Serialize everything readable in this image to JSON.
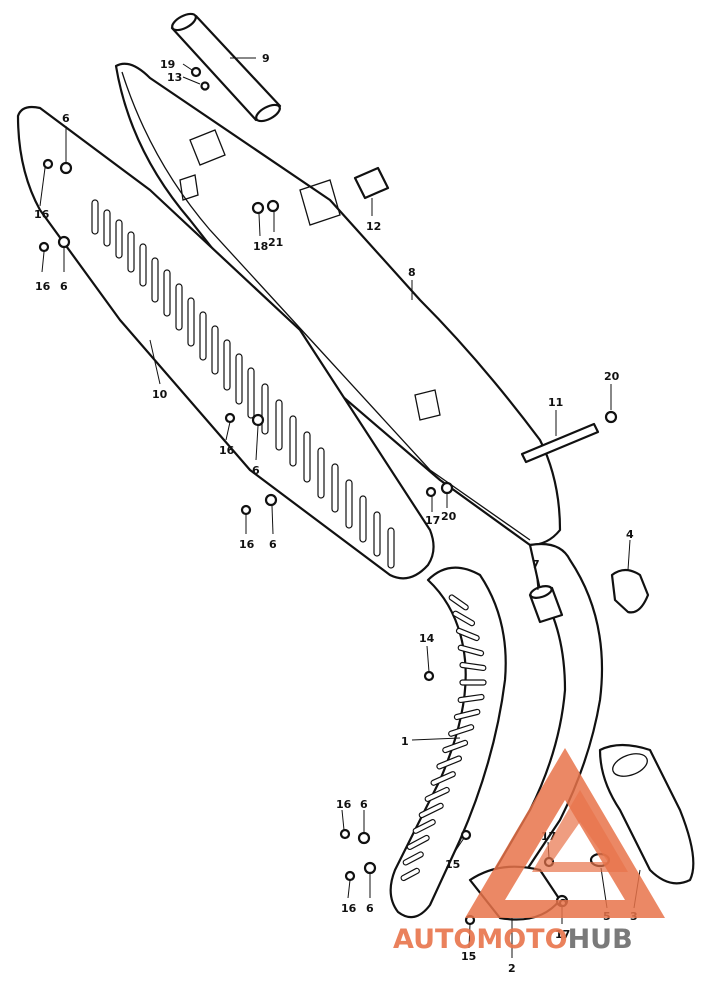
{
  "diagram": {
    "type": "exploded-parts-diagram",
    "callouts": [
      {
        "id": "c9",
        "label": "9"
      },
      {
        "id": "c19",
        "label": "19"
      },
      {
        "id": "c13",
        "label": "13"
      },
      {
        "id": "c6a",
        "label": "6"
      },
      {
        "id": "c16a",
        "label": "16"
      },
      {
        "id": "c16b",
        "label": "16"
      },
      {
        "id": "c6b",
        "label": "6"
      },
      {
        "id": "c12",
        "label": "12"
      },
      {
        "id": "c18",
        "label": "18"
      },
      {
        "id": "c21",
        "label": "21"
      },
      {
        "id": "c8",
        "label": "8"
      },
      {
        "id": "c10",
        "label": "10"
      },
      {
        "id": "c11",
        "label": "11"
      },
      {
        "id": "c20a",
        "label": "20"
      },
      {
        "id": "c16c",
        "label": "16"
      },
      {
        "id": "c6c",
        "label": "6"
      },
      {
        "id": "c17a",
        "label": "17"
      },
      {
        "id": "c20b",
        "label": "20"
      },
      {
        "id": "c16d",
        "label": "16"
      },
      {
        "id": "c6d",
        "label": "6"
      },
      {
        "id": "c4",
        "label": "4"
      },
      {
        "id": "c7",
        "label": "7"
      },
      {
        "id": "c14",
        "label": "14"
      },
      {
        "id": "c1",
        "label": "1"
      },
      {
        "id": "c16e",
        "label": "16"
      },
      {
        "id": "c6e",
        "label": "6"
      },
      {
        "id": "c15a",
        "label": "15"
      },
      {
        "id": "c17b",
        "label": "17"
      },
      {
        "id": "c5",
        "label": "5"
      },
      {
        "id": "c3",
        "label": "3"
      },
      {
        "id": "c16f",
        "label": "16"
      },
      {
        "id": "c6f",
        "label": "6"
      },
      {
        "id": "c17c",
        "label": "17"
      },
      {
        "id": "c15b",
        "label": "15"
      },
      {
        "id": "c2",
        "label": "2"
      }
    ]
  },
  "watermark": {
    "brand_part1": "AUTOMOTO",
    "brand_part2": "HUB",
    "color_primary": "#e8734a",
    "color_secondary": "#6b6b6b"
  }
}
